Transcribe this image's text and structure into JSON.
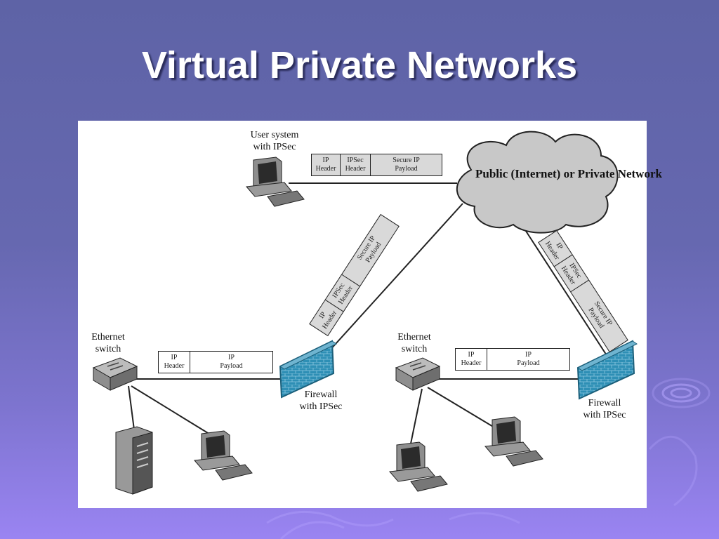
{
  "slide": {
    "title": "Virtual Private Networks"
  },
  "diagram": {
    "cloud_label": "Public (Internet)\nor Private\nNetwork",
    "user_system_label": "User system\nwith IPSec",
    "left_switch_label": "Ethernet\nswitch",
    "right_switch_label": "Ethernet\nswitch",
    "left_firewall_label": "Firewall\nwith IPSec",
    "right_firewall_label": "Firewall\nwith IPSec",
    "packet_top": [
      "IP\nHeader",
      "IPSec\nHeader",
      "Secure IP\nPayload"
    ],
    "packet_diag_left": [
      "IP\nHeader",
      "IPSec\nHeader",
      "Secure IP\nPayload"
    ],
    "packet_diag_right": [
      "IP\nHeader",
      "IPSec\nHeader",
      "Secure IP\nPayload"
    ],
    "packet_left_lan": [
      "IP\nHeader",
      "IP\nPayload"
    ],
    "packet_right_lan": [
      "IP\nHeader",
      "IP\nPayload"
    ]
  },
  "colors": {
    "background_top": "#5e63a6",
    "background_bottom": "#9a84f2",
    "cloud_fill": "#c8c8c8",
    "firewall_fill": "#2e8fb5",
    "packet_gray": "#d9d9d9"
  }
}
